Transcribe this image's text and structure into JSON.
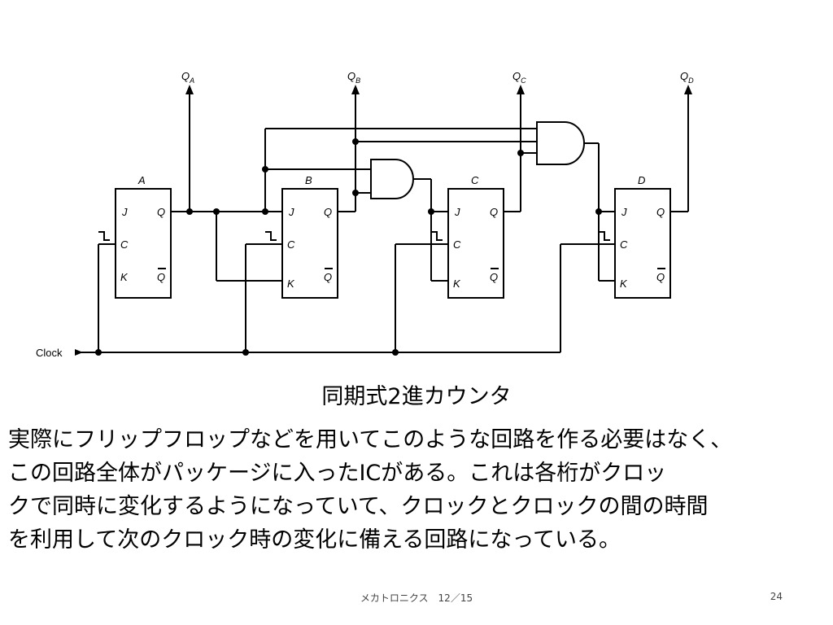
{
  "diagram": {
    "flipflops": [
      {
        "name": "A",
        "pins": {
          "j": "J",
          "c": "C",
          "k": "K",
          "q": "Q",
          "qbar": "Q"
        }
      },
      {
        "name": "B",
        "pins": {
          "j": "J",
          "c": "C",
          "k": "K",
          "q": "Q",
          "qbar": "Q"
        }
      },
      {
        "name": "C",
        "pins": {
          "j": "J",
          "c": "C",
          "k": "K",
          "q": "Q",
          "qbar": "Q"
        }
      },
      {
        "name": "D",
        "pins": {
          "j": "J",
          "c": "C",
          "k": "K",
          "q": "Q",
          "qbar": "Q"
        }
      }
    ],
    "outputs": [
      {
        "base": "Q",
        "sub": "A"
      },
      {
        "base": "Q",
        "sub": "B"
      },
      {
        "base": "Q",
        "sub": "C"
      },
      {
        "base": "Q",
        "sub": "D"
      }
    ],
    "clock_label": "Clock"
  },
  "caption": "同期式2進カウンタ",
  "body_lines": [
    "実際にフリップフロップなどを用いてこのような回路を作る必要はなく、",
    "この回路全体がパッケージに入ったICがある。これは各桁がクロッ",
    "クで同時に変化するようになっていて、クロックとクロックの間の時間",
    "を利用して次のクロック時の変化に備える回路になっている。"
  ],
  "footer": "メカトロニクス　12／15",
  "page_number": "24"
}
